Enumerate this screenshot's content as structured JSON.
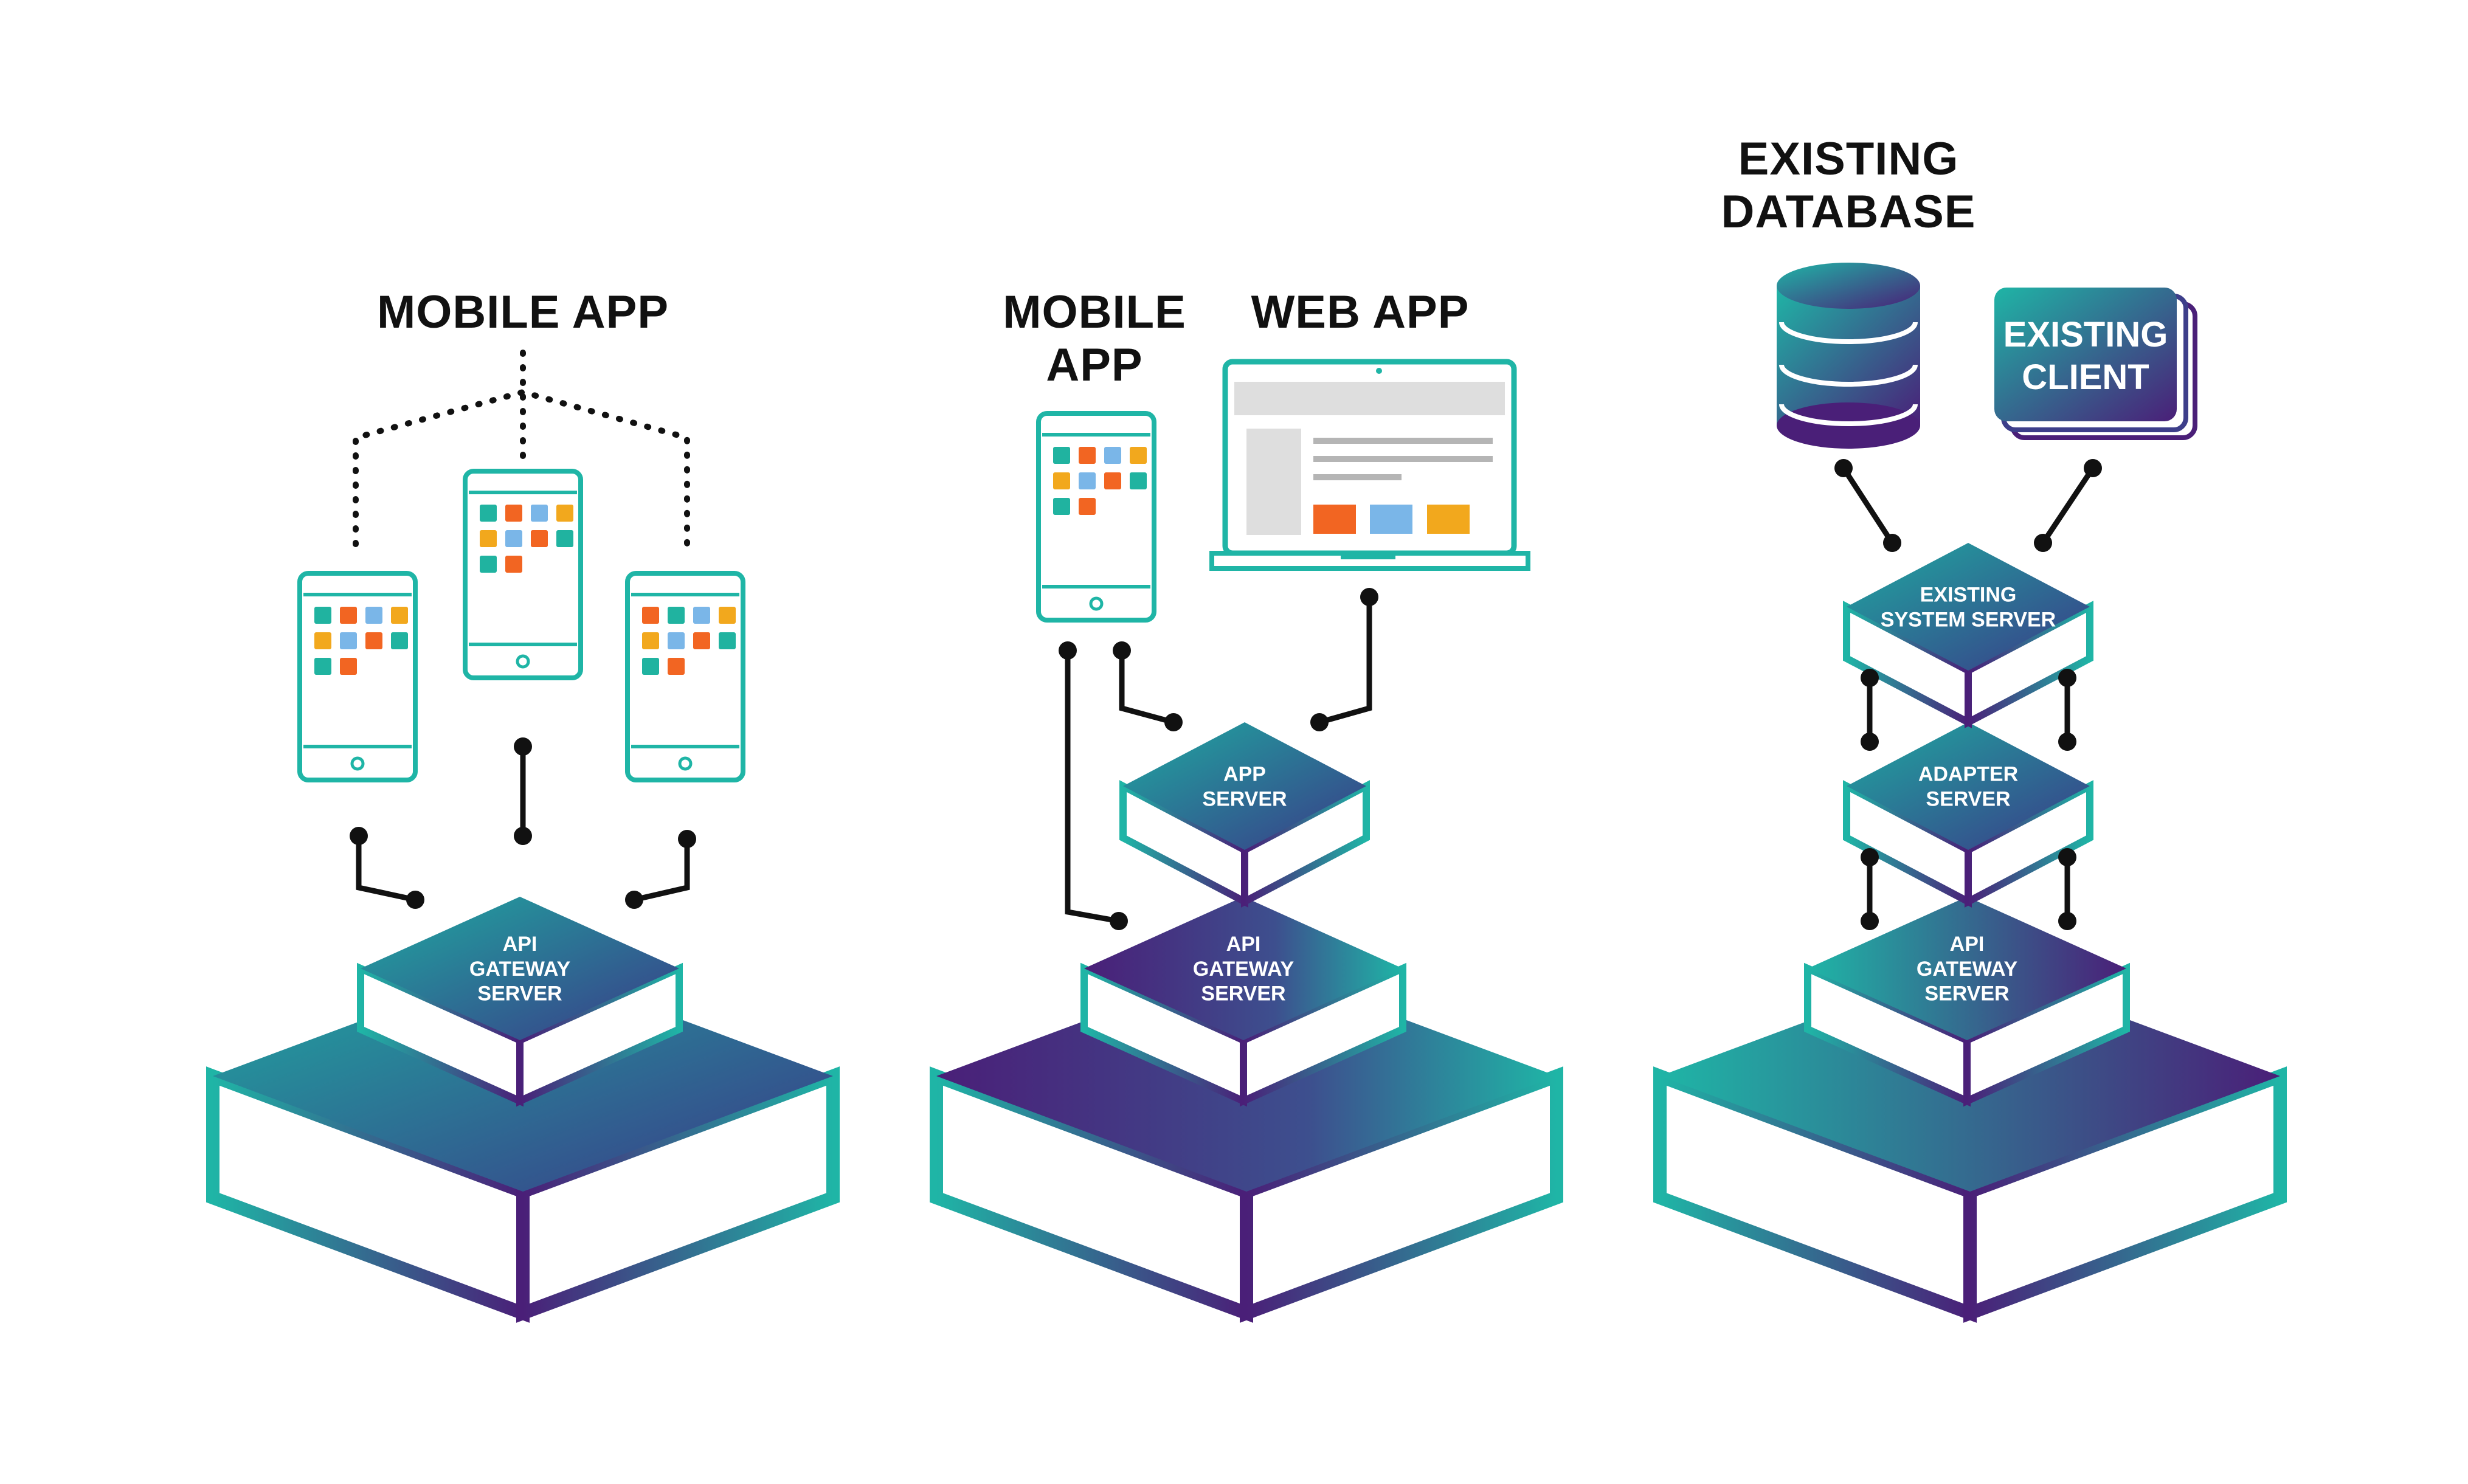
{
  "colors": {
    "teal": "#1fb5a6",
    "purple": "#4a1f78",
    "connector": "#111111",
    "tile_teal": "#20b3a0",
    "tile_orange": "#f26522",
    "tile_blue": "#7ab6e8",
    "tile_yellow": "#f2a81d",
    "screen_gray": "#dedede"
  },
  "panel1": {
    "title": "MOBILE APP",
    "api_server": "API\nGATEWAY\nSERVER"
  },
  "panel2": {
    "mobile_title": "MOBILE\nAPP",
    "web_title": "WEB APP",
    "app_server": "APP\nSERVER",
    "api_server": "API\nGATEWAY\nSERVER"
  },
  "panel3": {
    "database_title": "EXISTING\nDATABASE",
    "client_label": "EXISTING\nCLIENT",
    "system_server": "EXISTING\nSYSTEM SERVER",
    "adapter_server": "ADAPTER\nSERVER",
    "api_server": "API\nGATEWAY\nSERVER"
  },
  "icons": {
    "phone": "smartphone-icon",
    "laptop": "laptop-icon",
    "database": "database-icon",
    "client": "stacked-card-icon"
  }
}
